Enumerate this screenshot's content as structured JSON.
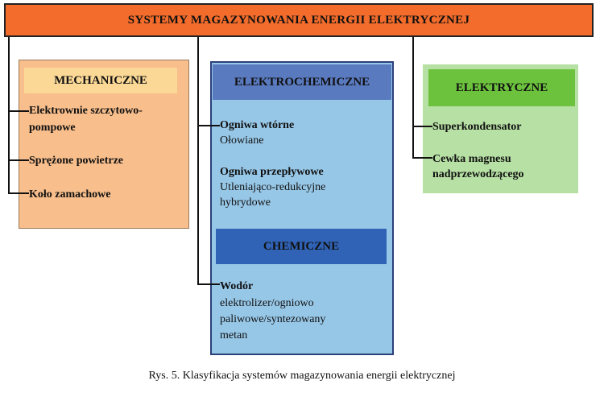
{
  "title": "SYSTEMY MAGAZYNOWANIA ENERGII ELEKTRYCZNEJ",
  "mechaniczne": {
    "header": "MECHANICZNE",
    "items": [
      "Elektrownie szczytowo-",
      "pompowe",
      "Sprężone powietrze",
      "Koło zamachowe"
    ]
  },
  "elektrochemiczne": {
    "header": "ELEKTROCHEMICZNE",
    "groups": [
      {
        "title": "Ogniwa wtórne",
        "lines": [
          "Ołowiane"
        ]
      },
      {
        "title": "Ogniwa przepływowe",
        "lines": [
          "Utleniająco-redukcyjne",
          "hybrydowe"
        ]
      }
    ],
    "chemiczne": {
      "header": "CHEMICZNE",
      "title": "Wodór",
      "lines": [
        "elektrolizer/ogniowo",
        "paliwowe/syntezowany",
        "metan"
      ]
    }
  },
  "elektryczne": {
    "header": "ELEKTRYCZNE",
    "items": [
      "Superkondensator",
      "Cewka magnesu",
      "nadprzewodzącego"
    ]
  },
  "caption": "Rys. 5. Klasyfikacja systemów magazynowania energii elektrycznej"
}
